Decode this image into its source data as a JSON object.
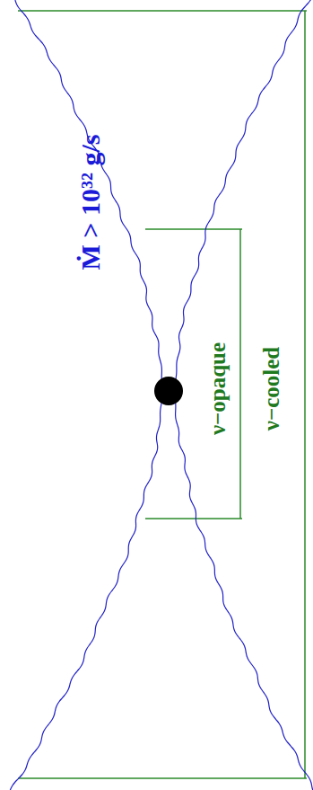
{
  "diagram": {
    "labels": [
      "Ṁ > 10³² g/s",
      "ν−opaque",
      "ν−cooled"
    ]
  }
}
